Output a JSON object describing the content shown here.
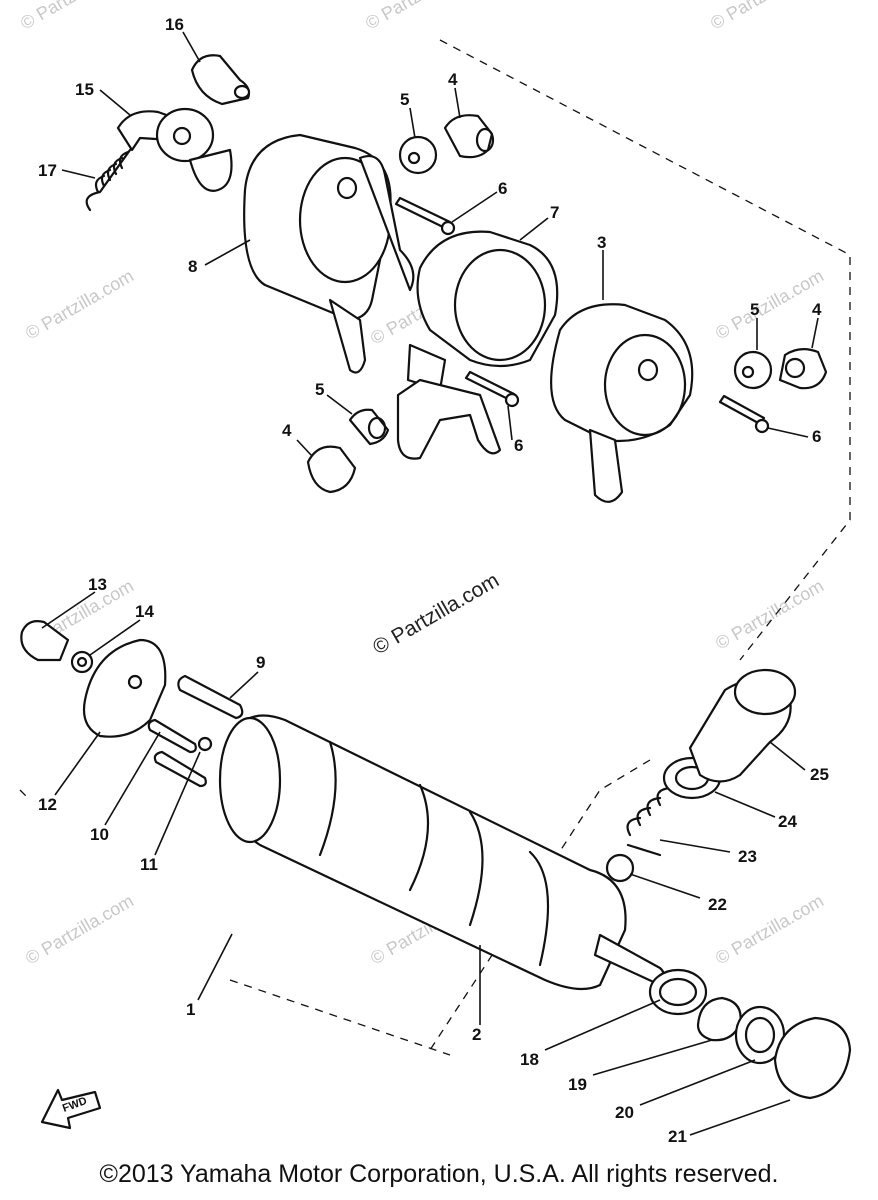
{
  "callouts": {
    "c1": "1",
    "c2": "2",
    "c3": "3",
    "c4a": "4",
    "c4b": "4",
    "c4c": "4",
    "c5a": "5",
    "c5b": "5",
    "c5c": "5",
    "c6a": "6",
    "c6b": "6",
    "c6c": "6",
    "c7": "7",
    "c8": "8",
    "c9": "9",
    "c10": "10",
    "c11": "11",
    "c12": "12",
    "c13": "13",
    "c14": "14",
    "c15": "15",
    "c16": "16",
    "c17": "17",
    "c18": "18",
    "c19": "19",
    "c20": "20",
    "c21": "21",
    "c22": "22",
    "c23": "23",
    "c24": "24",
    "c25": "25"
  },
  "watermark": "© Partzilla.com",
  "fwd_label": "FWD",
  "copyright": "©2013 Yamaha Motor Corporation, U.S.A. All rights reserved."
}
